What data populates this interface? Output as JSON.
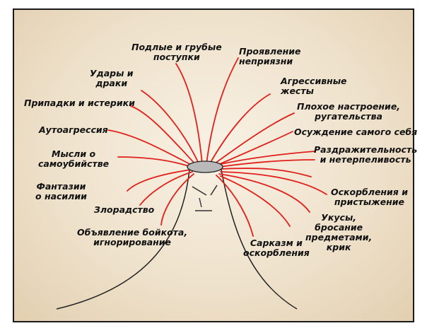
{
  "labels": {
    "rude_acts": "Подлые и грубые\nпоступки",
    "hostility": "Проявление\nнеприязни",
    "fights": "Удары и\nдраки",
    "aggressive_gestures": "Агрессивные\nжесты",
    "tantrums": "Припадки и истерики",
    "bad_mood": "Плохое настроение,\nругательства",
    "self_aggression": "Аутоагрессия",
    "self_blame": "Осуждение самого себя",
    "suicide_thoughts": "Мысли о\nсамоубийстве",
    "irritability": "Раздражительность\nи нетерпеливость",
    "violence_fantasies": "Фантазии\nо насилии",
    "insults_shaming": "Оскорбления и\nпристыжение",
    "malice": "Злорадство",
    "bites_throwing": "Укусы,\nбросание\nпредметами,\nкрик",
    "boycott": "Объявление бойкота,\nигнорирование",
    "sarcasm": "Сарказм и\nоскорбления"
  },
  "colors": {
    "lines": "#e0201b",
    "volcano_outline": "#222222",
    "crater_fill": "#b9b9b9",
    "text": "#111111"
  }
}
